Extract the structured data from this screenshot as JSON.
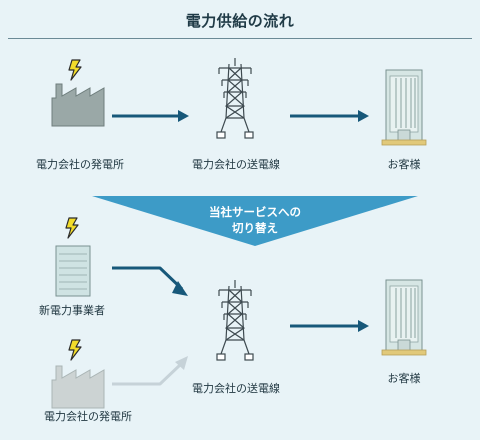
{
  "title": "電力供給の流れ",
  "top_row": {
    "source_label": "電力会社の発電所",
    "grid_label": "電力会社の送電線",
    "customer_label": "お客様"
  },
  "banner": {
    "line1": "当社サービスへの",
    "line2": "切り替え"
  },
  "bottom_row": {
    "new_source_label": "新電力事業者",
    "old_source_label": "電力会社の発電所",
    "grid_label": "電力会社の送電線",
    "customer_label": "お客様"
  },
  "colors": {
    "background": "#e8f3f7",
    "arrow": "#17587a",
    "arrow_faded": "#c6d2d8",
    "banner": "#3d9bc7",
    "bolt": "#f2dc2a",
    "factory": "#9aa8a7",
    "factory_faded": "#ccd3d3",
    "building": "#d6e6e4"
  }
}
